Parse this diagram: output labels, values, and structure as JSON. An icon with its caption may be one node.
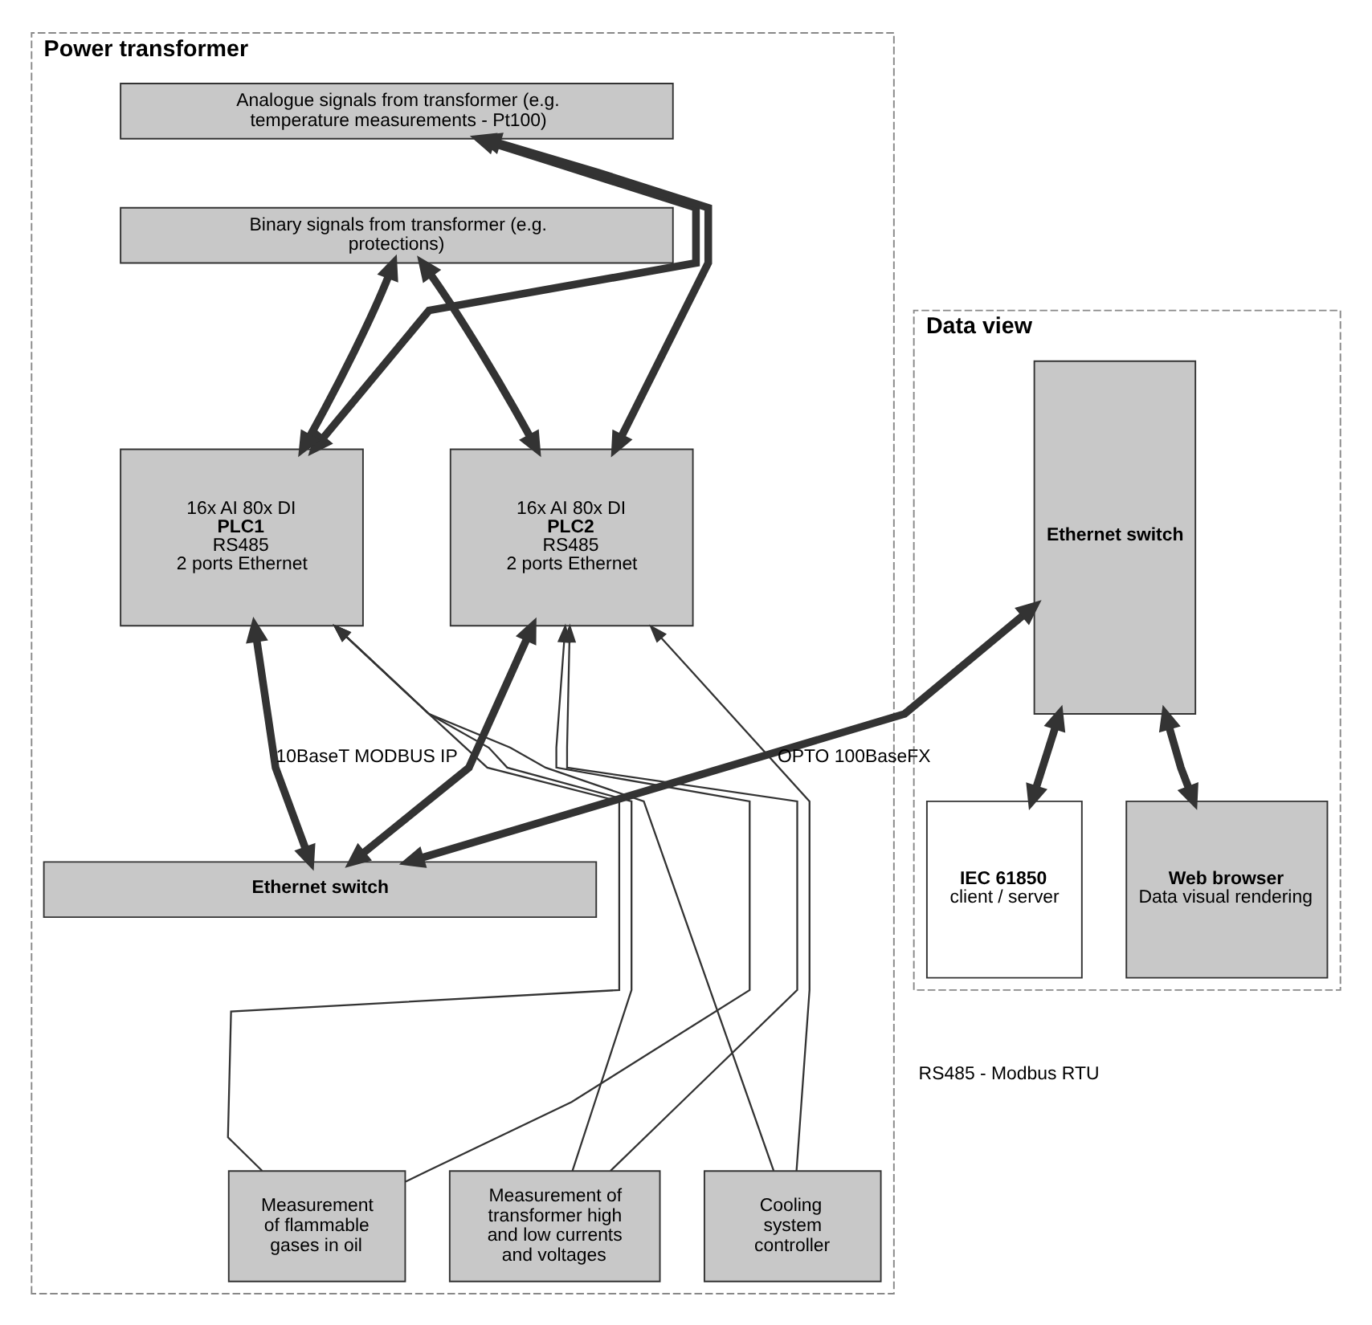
{
  "diagram": {
    "nodes": [
      {
        "text": [
          "Power transformer"
        ]
      },
      {
        "text": [
          "Analogue signals from transformer (e.g. temperature measurements - Pt100)"
        ],
        "in": 0
      },
      {
        "text": [
          "Binary signals from transformer (e.g. protections)"
        ],
        "in": 0
      },
      {
        "text": [
          "16x AI 80x DI",
          "PLC1",
          "RS485",
          "2 ports Ethernet"
        ],
        "in": 0
      },
      {
        "text": [
          "16x AI 80x DI",
          "PLC2",
          "RS485",
          "2 ports Ethernet"
        ],
        "in": 0
      },
      {
        "text": [
          "Ethernet switch"
        ],
        "in": 0
      },
      {
        "text": [
          "Measurement of flammable gases in oil"
        ],
        "in": 0
      },
      {
        "text": [
          "Measurement of transformer high and low currents and voltages"
        ],
        "in": 0
      },
      {
        "text": [
          "Cooling system controller"
        ],
        "in": 0
      },
      {
        "text": [
          "Data view"
        ]
      },
      {
        "text": [
          "Ethernet switch"
        ],
        "in": 9
      },
      {
        "text": [
          "IEC 61850",
          "client / server"
        ],
        "in": 9
      },
      {
        "text": [
          "Web browser",
          "Data visual rendering"
        ],
        "in": 9
      }
    ],
    "edges": [
      {
        "from": 3,
        "to": 1,
        "arrow": "both"
      },
      {
        "from": 3,
        "to": 2,
        "arrow": "both"
      },
      {
        "from": 4,
        "to": 1,
        "arrow": "both"
      },
      {
        "from": 4,
        "to": 2,
        "arrow": "both"
      },
      {
        "from": 3,
        "to": 5,
        "arrow": "both",
        "label": "10BaseT MODBUS IP"
      },
      {
        "from": 4,
        "to": 5,
        "arrow": "both"
      },
      {
        "from": 5,
        "to": 10,
        "arrow": "both",
        "label": "OPTO 100BaseFX"
      },
      {
        "from": 10,
        "to": 11,
        "arrow": "both"
      },
      {
        "from": 10,
        "to": 12,
        "arrow": "both"
      },
      {
        "from": 6,
        "to": 3,
        "arrow": "to"
      },
      {
        "from": 7,
        "to": 3,
        "arrow": "to"
      },
      {
        "from": 8,
        "to": 3,
        "arrow": "to"
      },
      {
        "from": 6,
        "to": 4,
        "arrow": "to"
      },
      {
        "from": 7,
        "to": 4,
        "arrow": "to"
      },
      {
        "from": 8,
        "to": 4,
        "arrow": "to"
      }
    ],
    "labels": [
      "RS485 - Modbus RTU"
    ]
  }
}
